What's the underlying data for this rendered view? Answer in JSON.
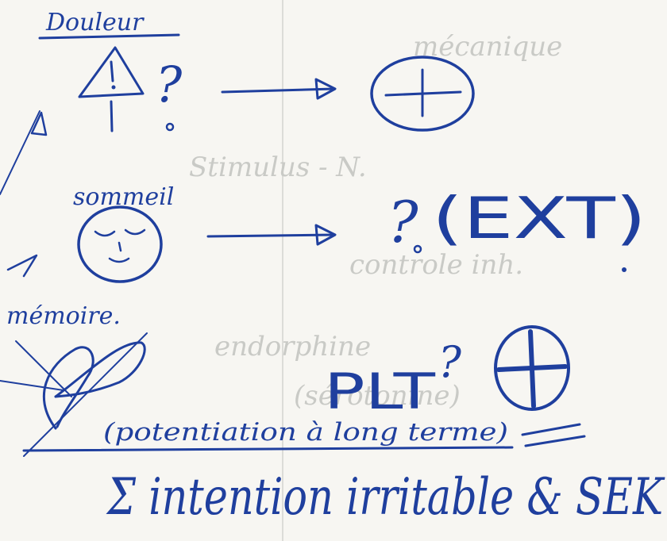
{
  "colors": {
    "paper": "#f7f6f2",
    "ink": "#1f3f9e",
    "show_through": "#c9cac6",
    "fold": "#dcdcd8"
  },
  "notes": {
    "douleur": "Douleur",
    "sommeil": "sommeil",
    "memoire": "mémoire.",
    "question_mark": "?",
    "ext": "(EXT)",
    "plt": "PLT",
    "potentiation": "(potentiation à long terme)",
    "bottom_line": "Σ intention irritable & SEK"
  },
  "show_through": {
    "line1": "Stimulus - N.",
    "line2": "mécanique",
    "line3": "controle inh.",
    "line4": "endorphine",
    "line5": "(sérotonine)"
  }
}
